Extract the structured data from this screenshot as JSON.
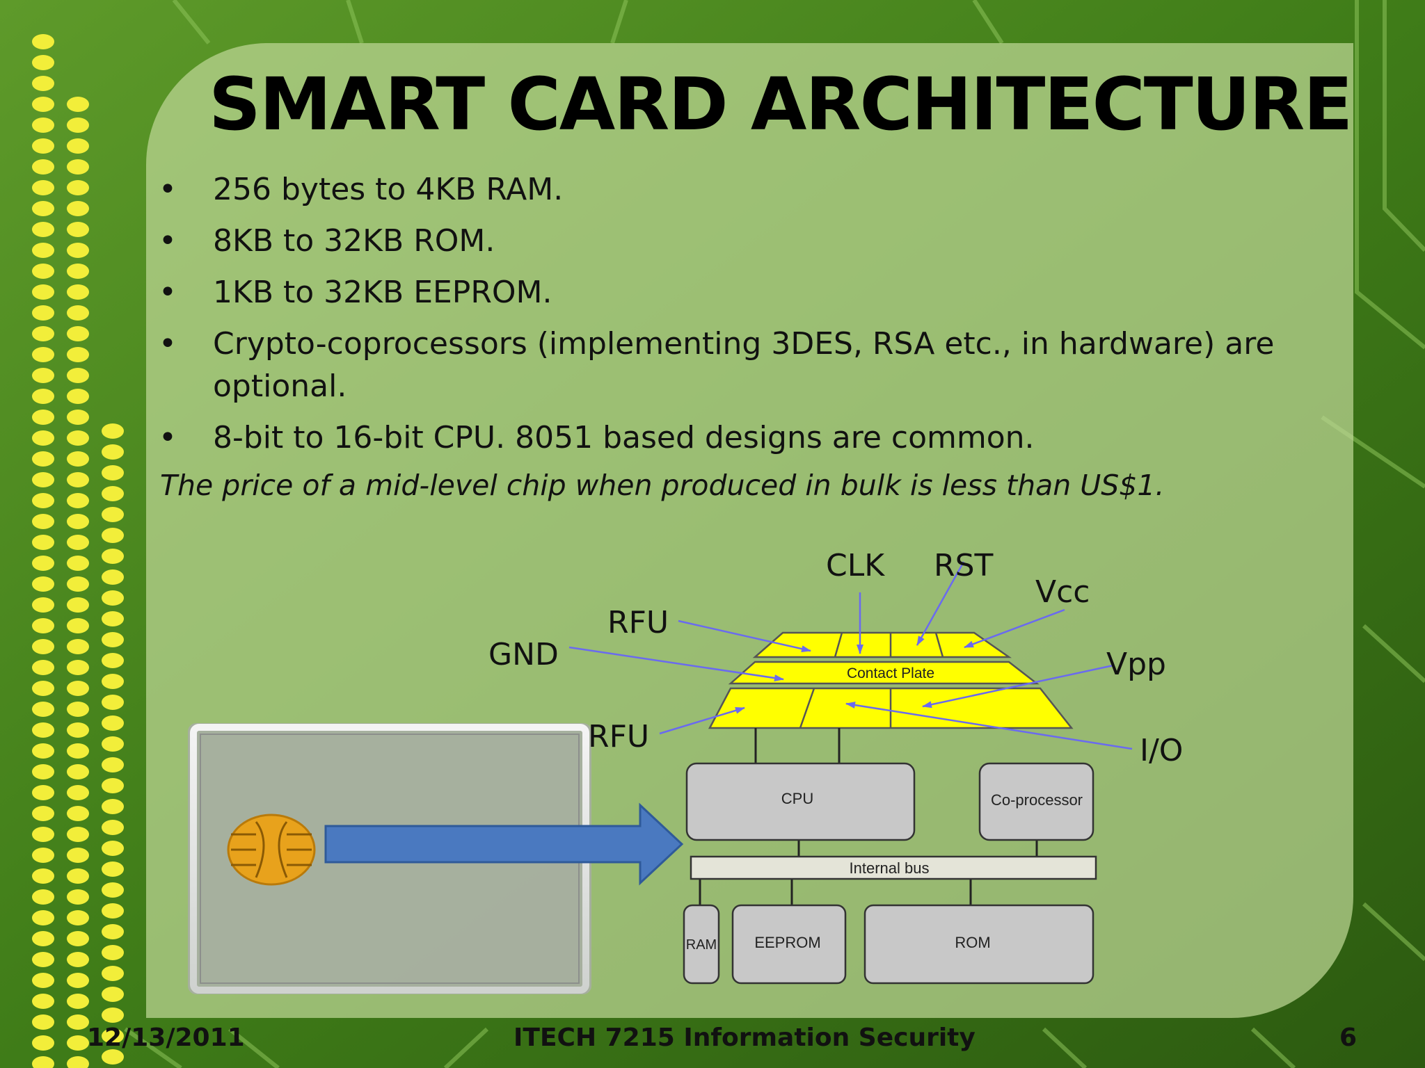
{
  "slide": {
    "title": "SMART CARD ARCHITECTURE",
    "bullet_symbol": "•",
    "bullets": [
      "256 bytes to 4KB RAM.",
      "8KB to 32KB ROM.",
      "1KB to 32KB EEPROM.",
      "Crypto-coprocessors (implementing 3DES, RSA etc., in hardware) are optional.",
      "8-bit to 16-bit CPU.  8051 based designs are common."
    ],
    "note": "The price of a mid-level chip when produced in bulk is less than US$1."
  },
  "diagram": {
    "contact_labels": {
      "clk": "CLK",
      "rst": "RST",
      "vcc": "Vcc",
      "rfu_top": "RFU",
      "gnd": "GND",
      "vpp": "Vpp",
      "rfu_bottom": "RFU",
      "io": "I/O"
    },
    "contact_plate": "Contact Plate",
    "cpu": "CPU",
    "coprocessor": "Co-processor",
    "internal_bus": "Internal bus",
    "ram": "RAM",
    "eeprom": "EEPROM",
    "rom": "ROM"
  },
  "footer": {
    "date": "12/13/2011",
    "course": "ITECH 7215 Information Security",
    "page": "6"
  },
  "colors": {
    "background": "#3f7a1c",
    "panel": "#bfd796",
    "contact_plate": "#ffff00",
    "arrow": "#4a79c0",
    "pointer_lines": "#6a6af0",
    "chip": "#e8a21c"
  }
}
